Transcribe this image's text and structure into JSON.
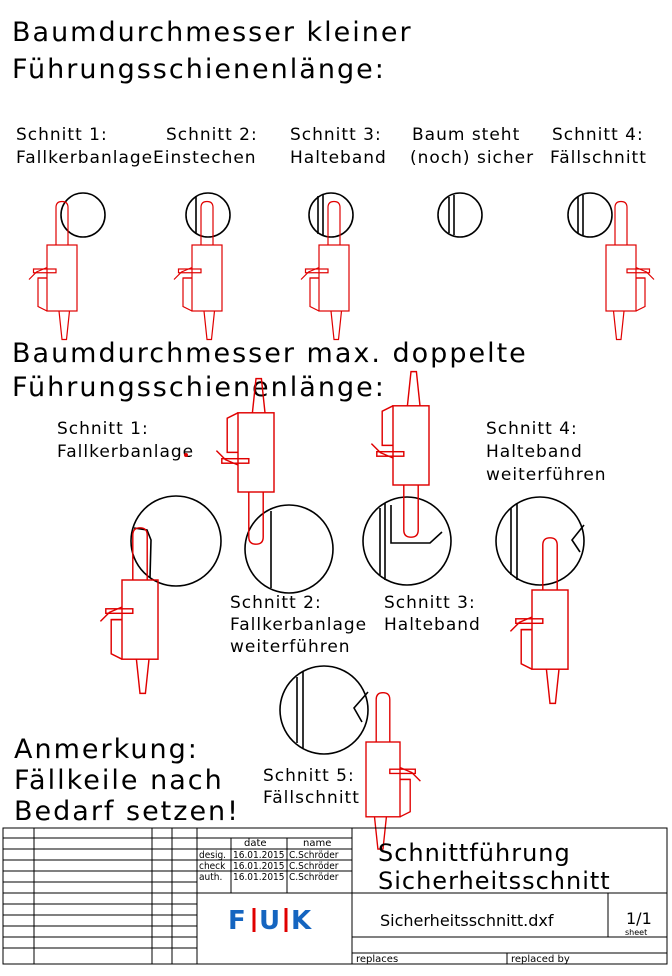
{
  "heading_small_tree": {
    "line1": "Baumdurchmesser kleiner",
    "line2": "Führungsschienenlänge:"
  },
  "heading_large_tree": {
    "line1": "Baumdurchmesser max. doppelte",
    "line2": "Führungsschienenlänge:"
  },
  "small_tree_steps": [
    {
      "line1": "Schnitt 1:",
      "line2": "Fallkerbanlage"
    },
    {
      "line1": "Schnitt 2:",
      "line2": "Einstechen"
    },
    {
      "line1": "Schnitt 3:",
      "line2": "Halteband"
    },
    {
      "line1": "Baum steht",
      "line2": "(noch) sicher"
    },
    {
      "line1": "Schnitt 4:",
      "line2": "Fällschnitt"
    }
  ],
  "large_tree_steps": {
    "cut1": {
      "line1": "Schnitt 1:",
      "line2": "Fallkerbanlage"
    },
    "cut2": {
      "line1": "Schnitt 2:",
      "line2": "Fallkerbanlage",
      "line3": "weiterführen"
    },
    "cut3": {
      "line1": "Schnitt 3:",
      "line2": "Halteband"
    },
    "cut4": {
      "line1": "Schnitt 4:",
      "line2": "Halteband",
      "line3": "weiterführen"
    },
    "cut5": {
      "line1": "Schnitt 5:",
      "line2": "Fällschnitt"
    }
  },
  "note": {
    "line1": "Anmerkung:",
    "line2": "Fällkeile nach",
    "line3": "Bedarf setzen!"
  },
  "title_block": {
    "header_date": "date",
    "header_name": "name",
    "rows": [
      {
        "role": "desig.",
        "date": "16.01.2015",
        "name": "C.Schröder"
      },
      {
        "role": "check",
        "date": "16.01.2015",
        "name": "C.Schröder"
      },
      {
        "role": "auth.",
        "date": "16.01.2015",
        "name": "C.Schröder"
      }
    ],
    "title_line1": "Schnittführung",
    "title_line2": "Sicherheitsschnitt",
    "filename": "Sicherheitsschnitt.dxf",
    "sheet_number": "1/1",
    "sheet_label": "sheet",
    "replaces_label": "replaces",
    "replaced_by_label": "replaced by",
    "logo_text": {
      "f": "F",
      "u": "U",
      "k": "K"
    }
  },
  "colors": {
    "saw": "#e00000",
    "line": "#000000",
    "logo_blue": "#1565c0",
    "logo_red": "#e00000"
  }
}
